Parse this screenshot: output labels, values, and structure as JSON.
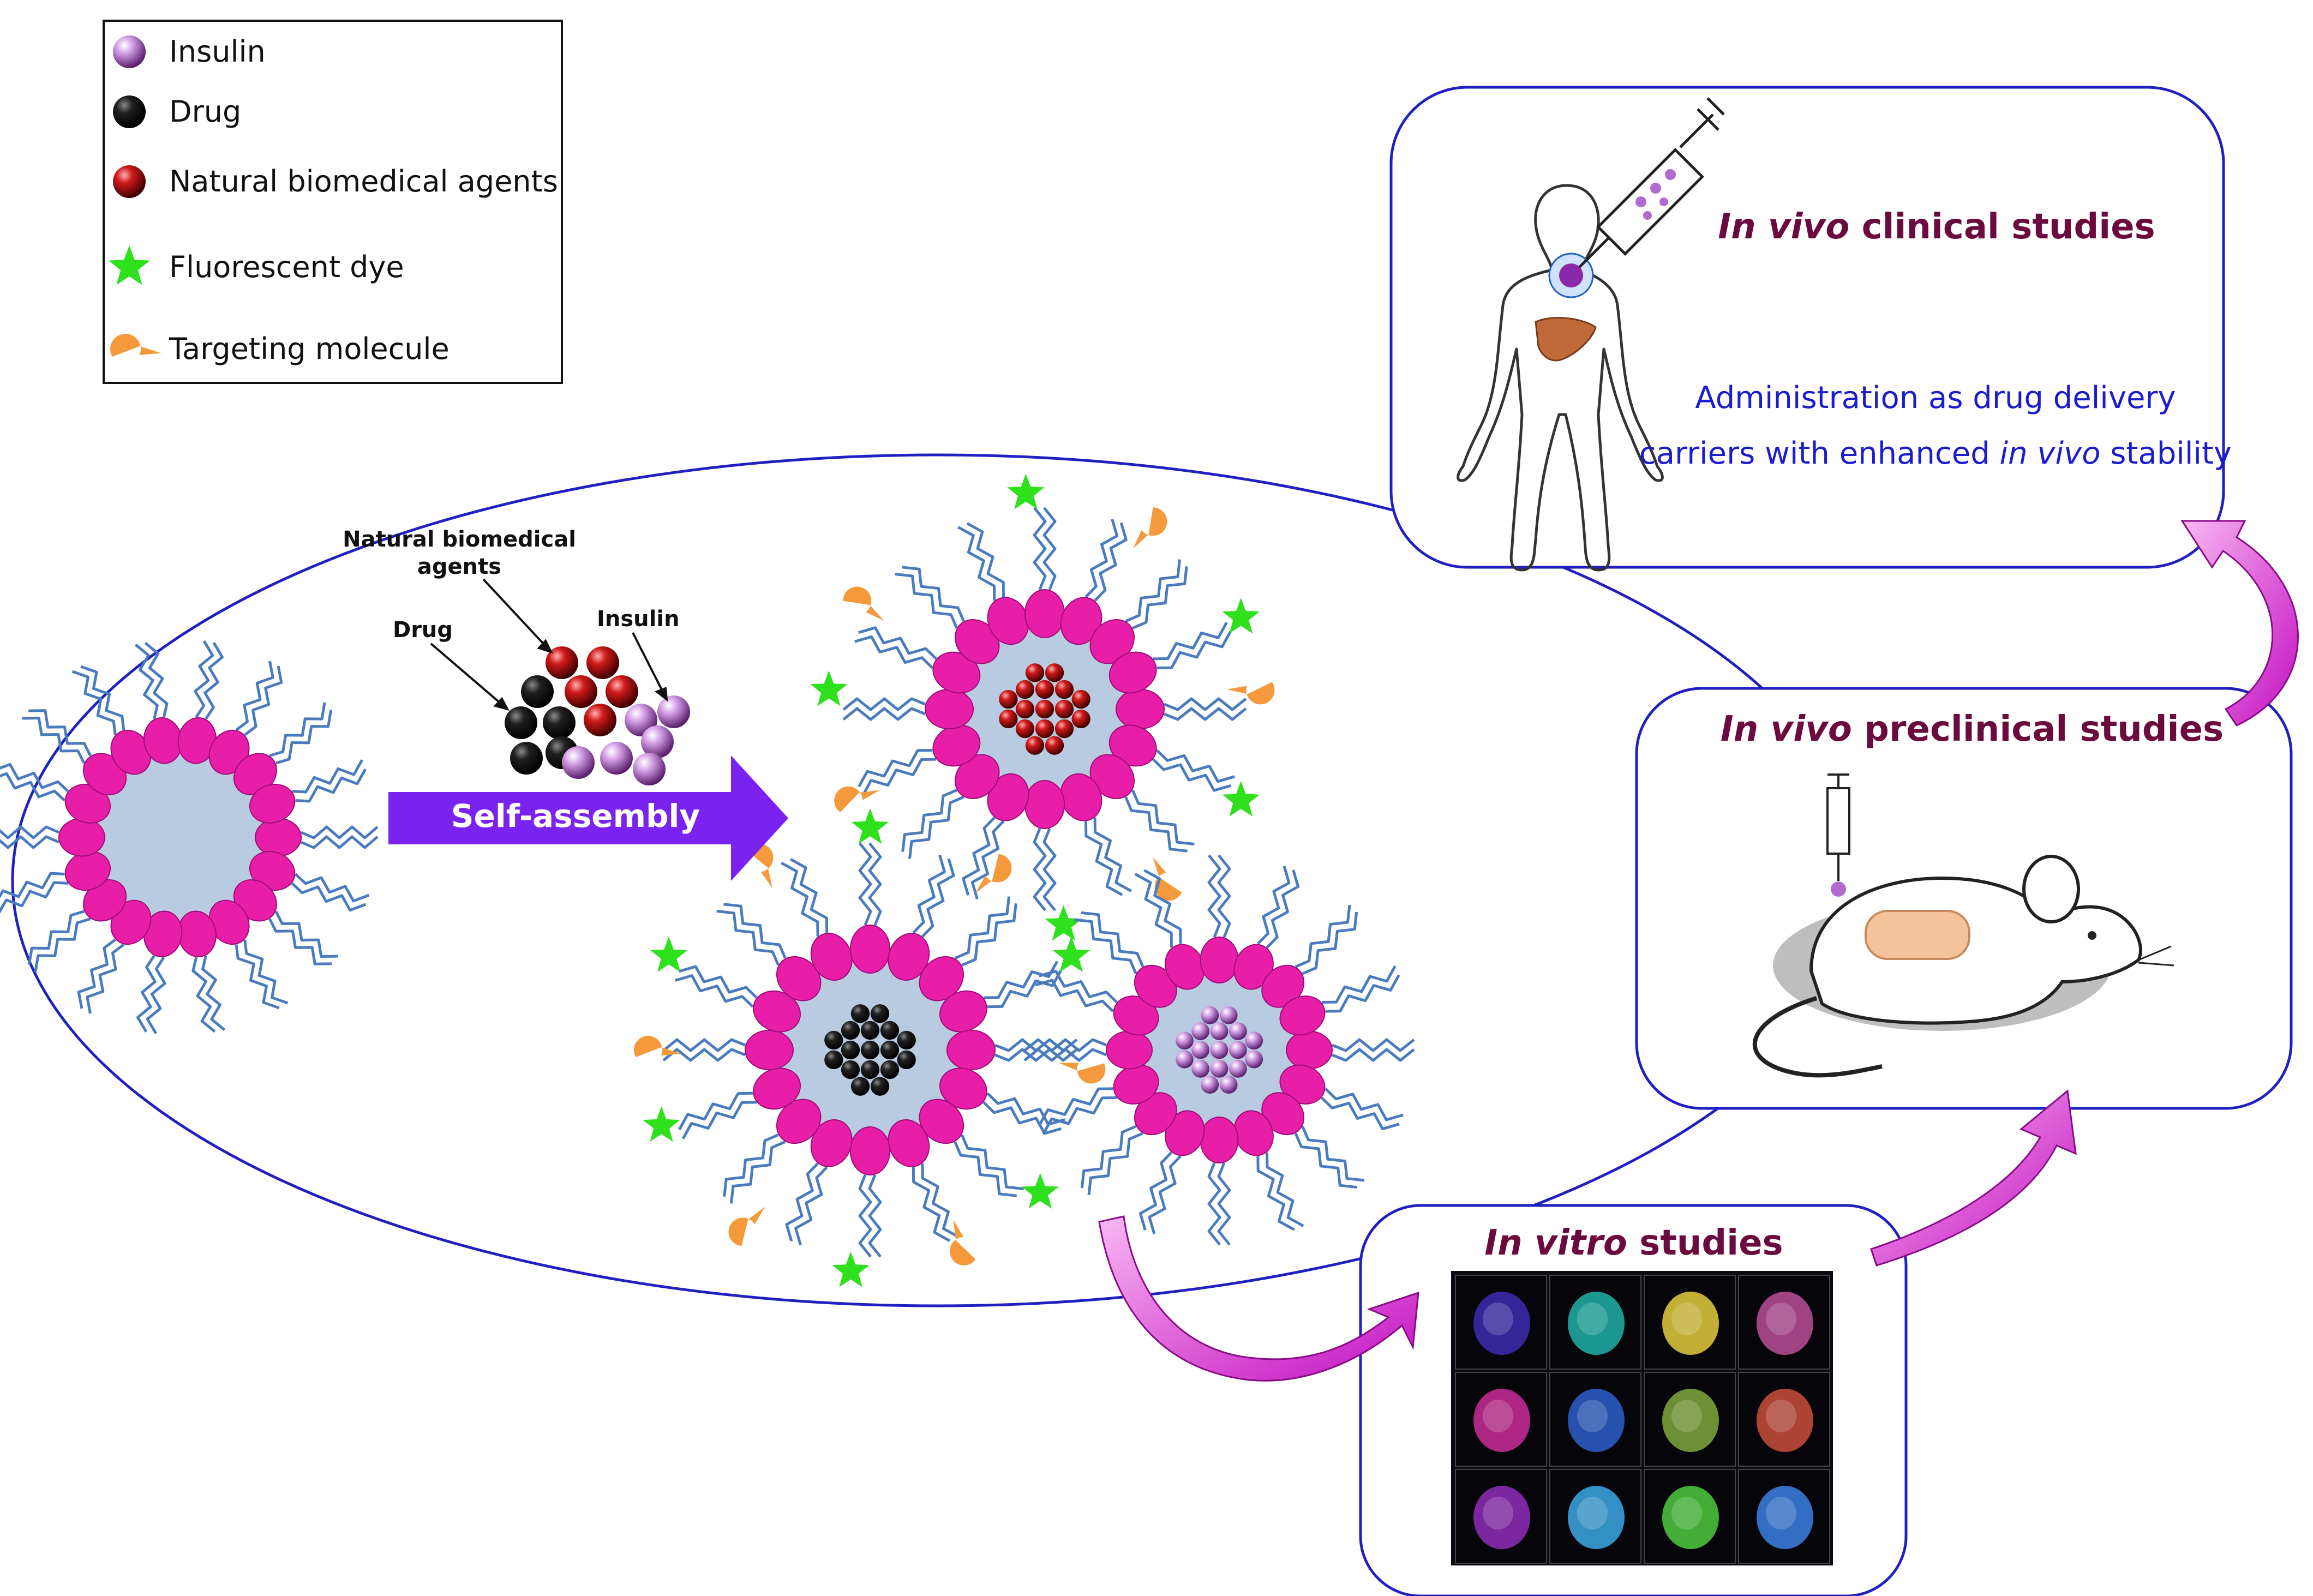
{
  "legend": {
    "items": [
      {
        "label": "Insulin",
        "icon": "insulin-sphere"
      },
      {
        "label": "Drug",
        "icon": "drug-sphere"
      },
      {
        "label": "Natural biomedical agents",
        "icon": "agent-sphere"
      },
      {
        "label": "Fluorescent dye",
        "icon": "dye-star"
      },
      {
        "label": "Targeting molecule",
        "icon": "targeting-drop"
      }
    ]
  },
  "assembly": {
    "arrow_label": "Self-assembly",
    "label_agents_line1": "Natural biomedical",
    "label_agents_line2": "agents",
    "label_drug": "Drug",
    "label_insulin": "Insulin"
  },
  "clinical": {
    "title_italic": "In vivo",
    "title_rest": " clinical studies",
    "desc_line1": "Administration as drug delivery",
    "desc_line2_a": "carriers with enhanced ",
    "desc_line2_b": "in vivo",
    "desc_line2_c": " stability"
  },
  "preclinical": {
    "title_italic": "In vivo",
    "title_rest": " preclinical studies"
  },
  "invitro": {
    "title_italic": "In vitro",
    "title_rest": " studies"
  },
  "colors": {
    "outline": "#2020c0",
    "shell": "#e81ea8",
    "core": "#b9cbe0",
    "tail": "#4a7bbf",
    "arrow_purple": "#7a22f0",
    "curve_magenta": "#d11ac9",
    "targeting": "#f59a3c",
    "dye": "#2fe01d"
  }
}
